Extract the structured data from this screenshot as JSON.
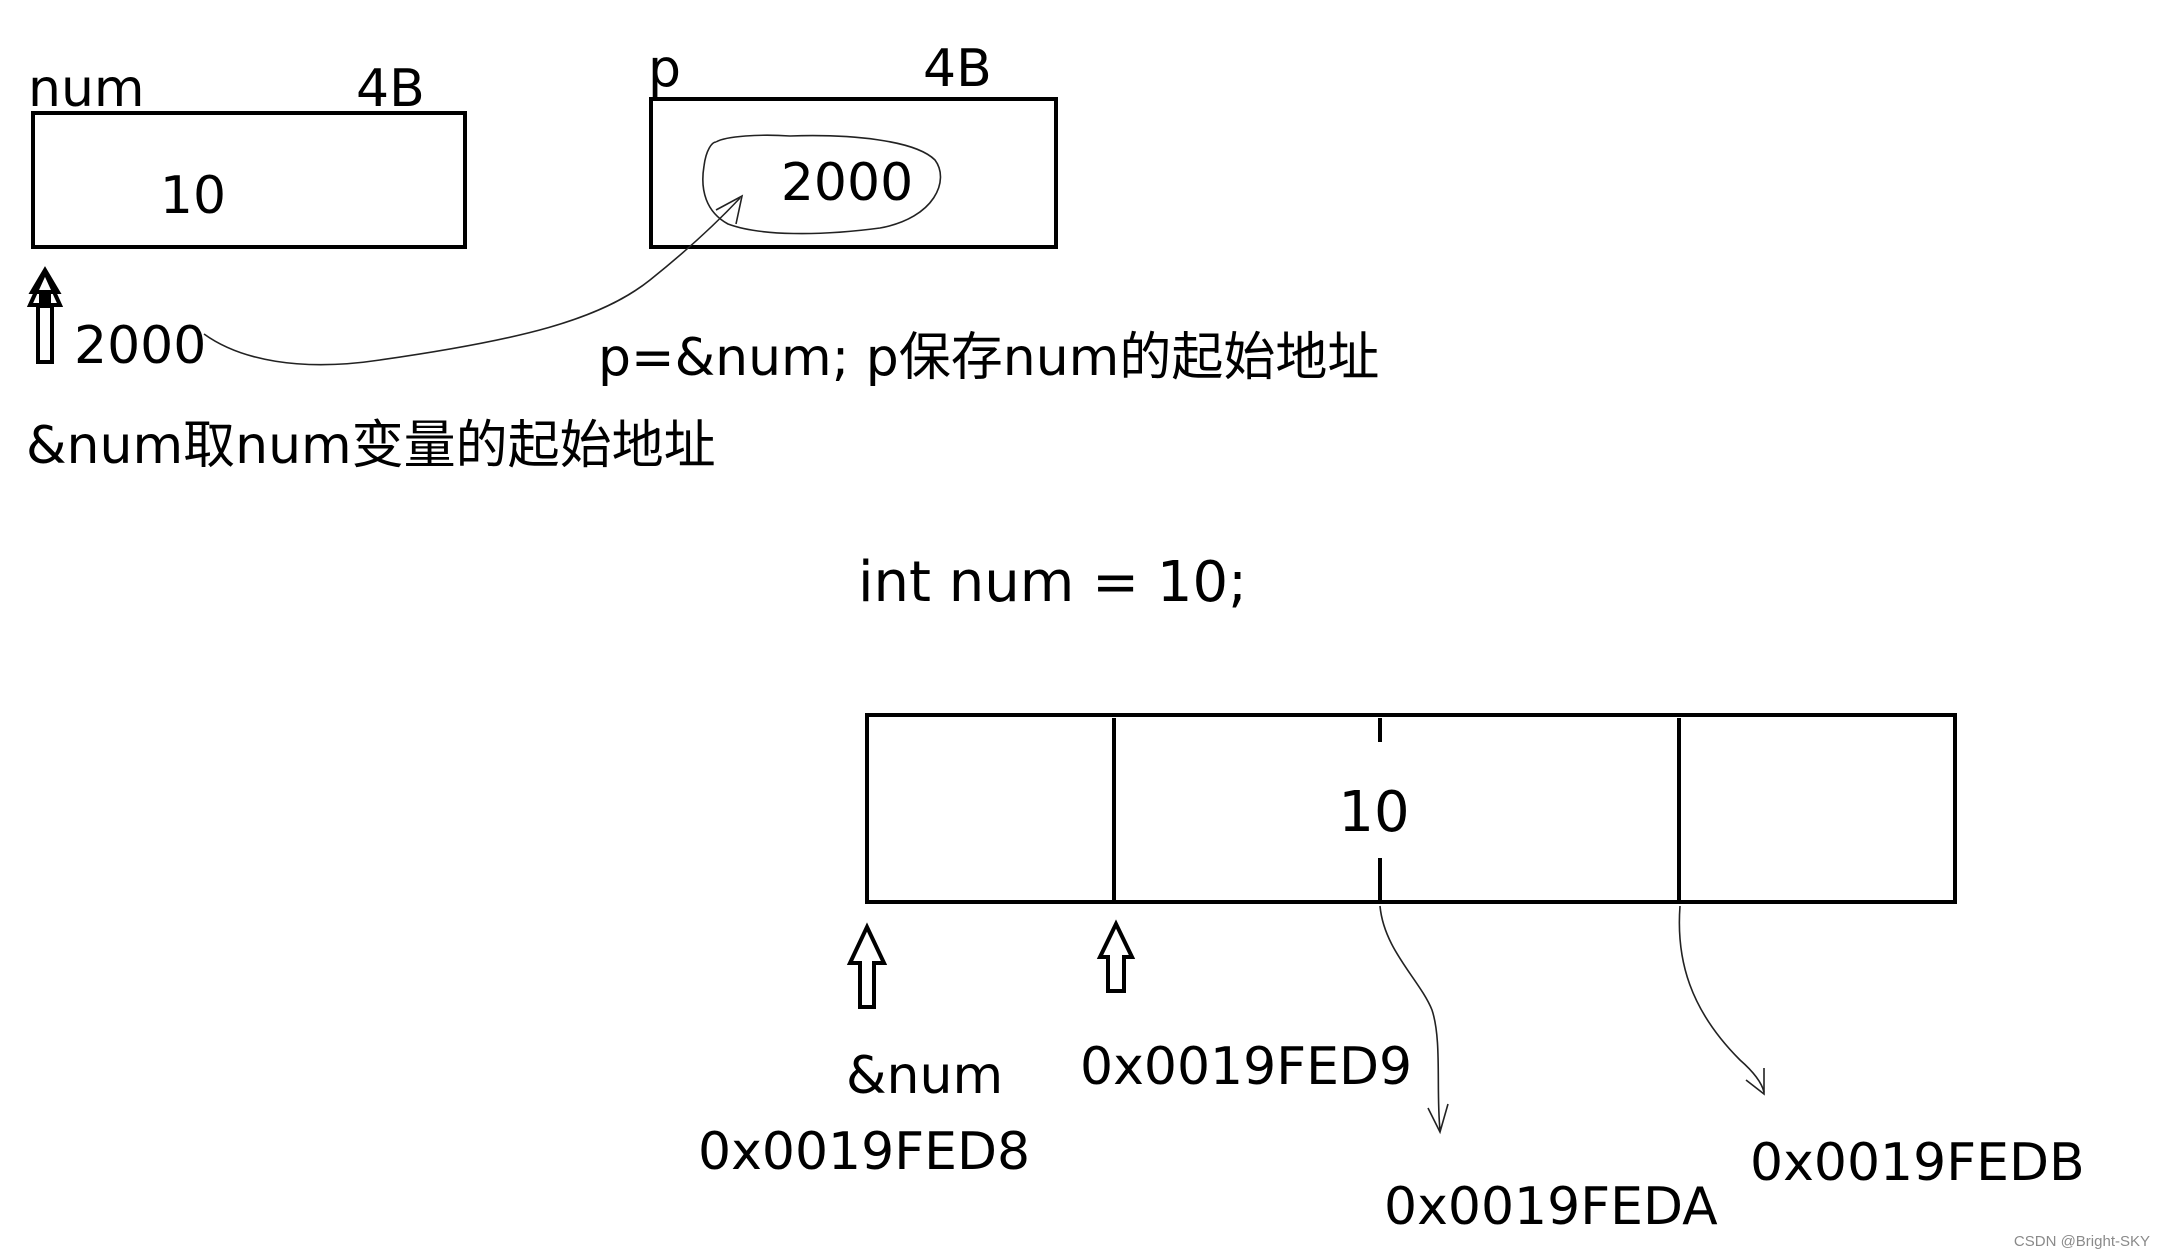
{
  "diagram": {
    "num_box": {
      "name_label": "num",
      "size_label": "4B",
      "value": "10"
    },
    "p_box": {
      "name_label": "p",
      "size_label": "4B",
      "value": "2000"
    },
    "num_address": "2000",
    "pointer_caption": "p=&num;  p保存num的起始地址",
    "address_of_caption": "&num取num变量的起始地址",
    "declaration": "int num = 10;",
    "memory_block": {
      "value": "10",
      "addr_of_label": "&num",
      "addresses": [
        "0x0019FED8",
        "0x0019FED9",
        "0x0019FEDA",
        "0x0019FEDB"
      ]
    },
    "watermark": "CSDN @Bright-SKY"
  },
  "colors": {
    "ink": "#000000",
    "background": "#ffffff",
    "watermark": "#8a8a8a"
  }
}
